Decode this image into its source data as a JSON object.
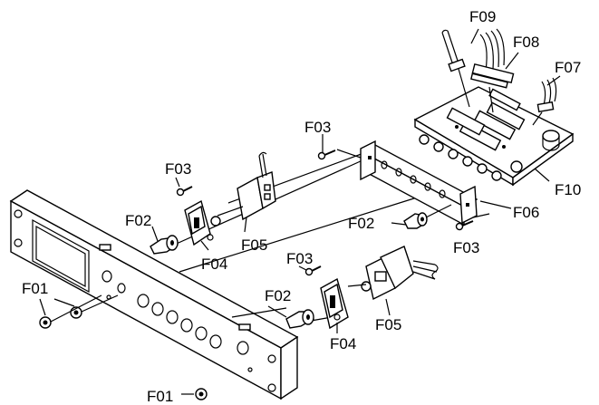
{
  "labels": {
    "F01a": "F01",
    "F01b": "F01",
    "F02a": "F02",
    "F02b": "F02",
    "F02c": "F02",
    "F03a": "F03",
    "F03b": "F03",
    "F03c": "F03",
    "F03d": "F03",
    "F04a": "F04",
    "F04b": "F04",
    "F05a": "F05",
    "F05b": "F05",
    "F06": "F06",
    "F07": "F07",
    "F08": "F08",
    "F09": "F09",
    "F10": "F10"
  }
}
